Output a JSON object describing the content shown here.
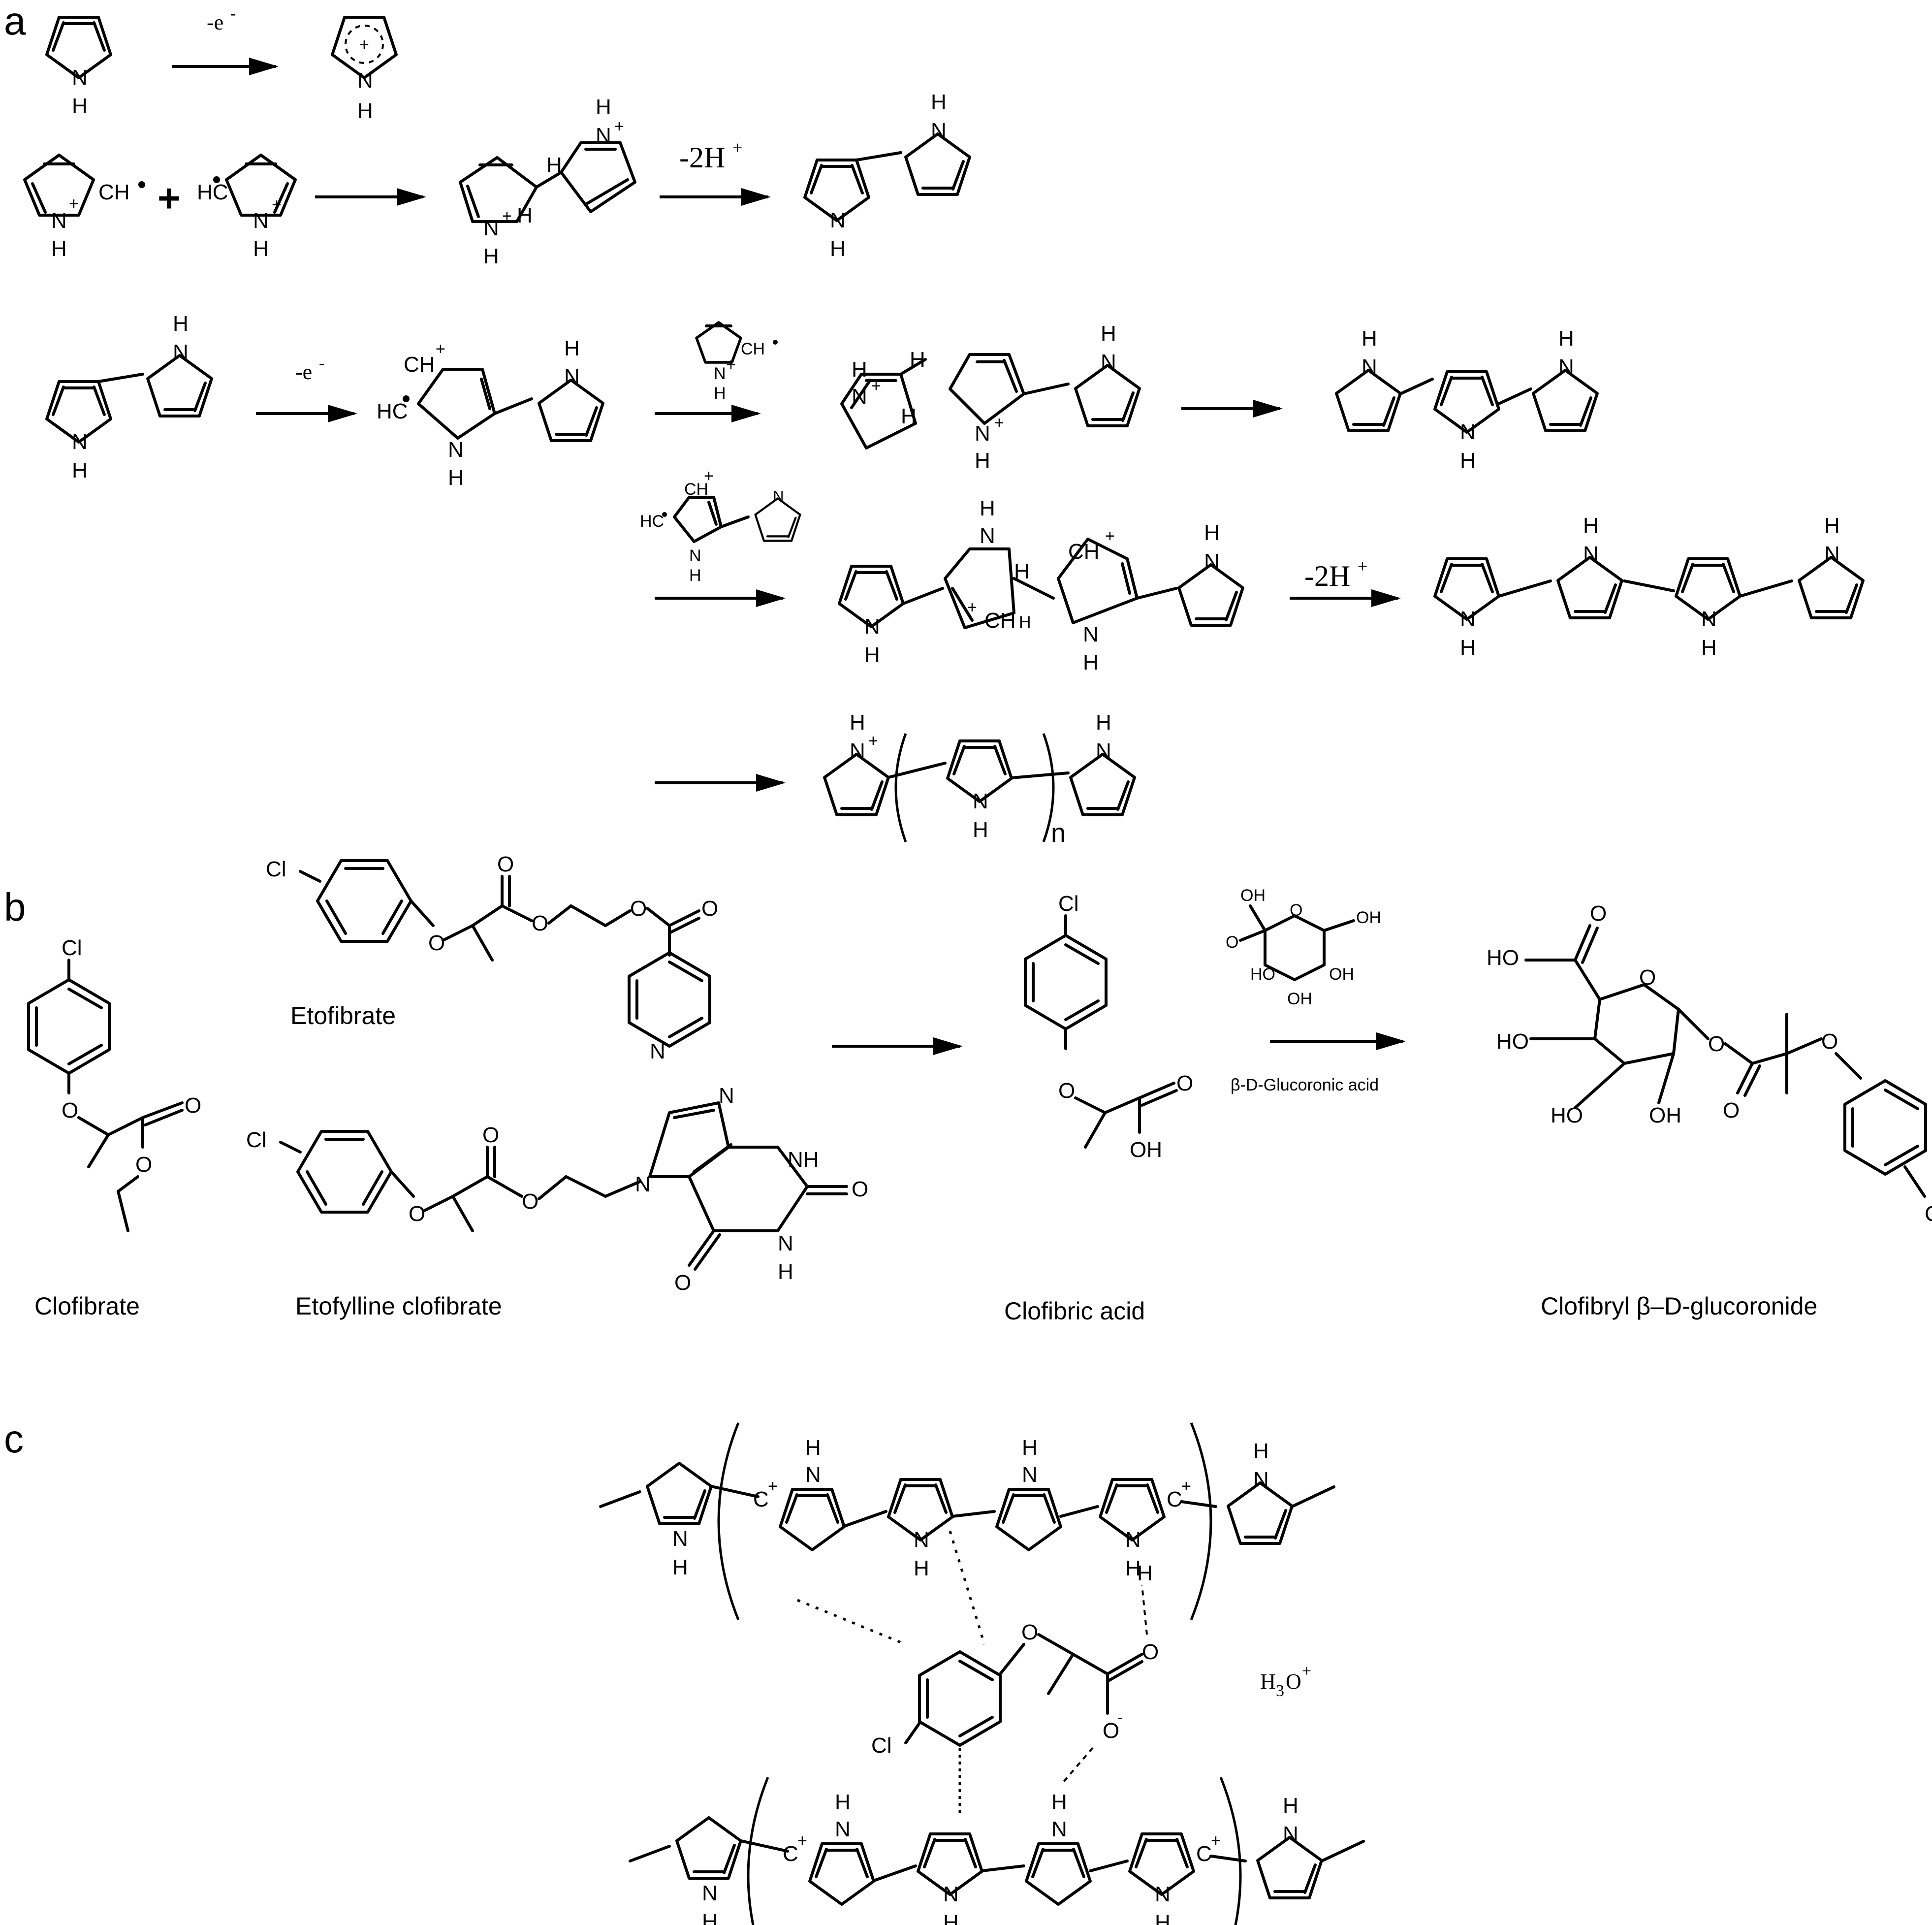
{
  "panels": {
    "a": "a",
    "b": "b",
    "c": "c"
  },
  "panel_a": {
    "step1_cond": "-e",
    "step1_cond_sup": "-",
    "step2_cond": "-2H",
    "step2_cond_sup": "+",
    "step3_cond": "-e",
    "step3_cond_sup": "-",
    "step5_cond": "-2H",
    "step5_cond_sup": "+",
    "polymer_subscript": "n",
    "plus": "+"
  },
  "panel_b": {
    "clofibrate": "Clofibrate",
    "etofibrate": "Etofibrate",
    "etofylline": "Etofylline clofibrate",
    "clofibric_acid": "Clofibric acid",
    "glucuronide": "Clofibryl β–D-glucoronide",
    "reagent": "β-D-Glucoronic acid"
  },
  "panel_c": {
    "hydronium": "H",
    "hydronium_sub": "3",
    "hydronium_tail": "O",
    "hydronium_sup": "+"
  },
  "atoms": {
    "N": "N",
    "H": "H",
    "Cl": "Cl",
    "O": "O",
    "OH": "OH",
    "HO": "HO",
    "NH": "NH",
    "C": "C",
    "CH": "CH",
    "HC": "HC",
    "plus": "+",
    "minus": "-"
  }
}
